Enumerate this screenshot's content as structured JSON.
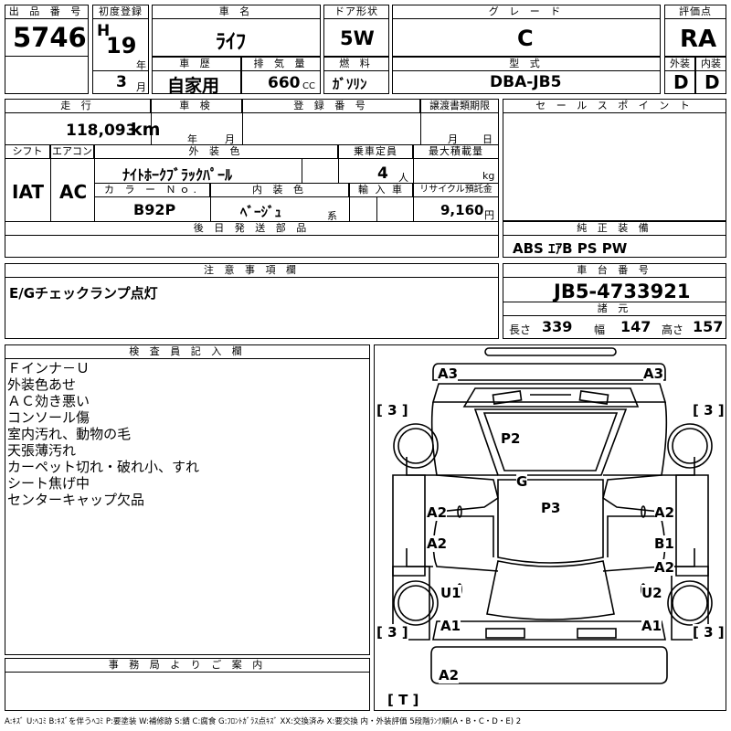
{
  "header": {
    "lot_no_label": "出 品 番 号",
    "lot_no": "5746",
    "first_reg_label": "初度登録",
    "era": "H",
    "year": "19",
    "year_unit": "年",
    "month": "3",
    "month_unit": "月",
    "name_label": "車 名",
    "name": "ﾗｲﾌ",
    "door_label": "ドア形状",
    "door": "5W",
    "grade_label": "グ レ ー ド",
    "grade": "C",
    "score_label": "評価点",
    "score": "RA",
    "history_label": "車 歴",
    "history": "自家用",
    "displacement_label": "排 気 量",
    "displacement": "660",
    "displacement_unit": "CC",
    "fuel_label": "燃 料",
    "fuel": "ｶﾞｿﾘﾝ",
    "model_label": "型 式",
    "model": "DBA-JB5",
    "ext_label": "外装",
    "ext": "D",
    "int_label": "内装",
    "int": "D"
  },
  "row2": {
    "mileage_label": "走 行",
    "mileage": "118,093",
    "mileage_unit": "km",
    "inspection_label": "車 検",
    "insp_year": "年",
    "insp_month": "月",
    "reg_label": "登 録 番 号",
    "transfer_label": "譲渡書類期限",
    "tr_month": "月",
    "tr_day": "日",
    "sales_label": "セ ー ル ス ポ イ ン ト",
    "shift_label": "シフト",
    "shift": "IAT",
    "ac_label": "エアコン",
    "ac": "AC",
    "ext_color_label": "外 装 色",
    "ext_color": "ﾅｲﾄﾎｰｸﾌﾞﾗｯｸﾊﾟｰﾙ",
    "capacity_label": "乗車定員",
    "capacity": "4",
    "capacity_unit": "人",
    "max_load_label": "最大積載量",
    "max_load_unit": "kg",
    "color_no_label": "カ ラ ー Ｎｏ.",
    "color_no": "B92P",
    "int_color_label": "内 装 色",
    "int_color": "ﾍﾞｰｼﾞｭ",
    "int_color_suffix": "系",
    "import_label": "輸 入 車",
    "recycle_label": "リサイクル預託金",
    "recycle": "9,160",
    "recycle_unit": "円",
    "later_parts_label": "後 日 発 送 部 品",
    "equipment_label": "純 正 装 備",
    "equipment": "ABS ｴｱB PS PW"
  },
  "row3": {
    "caution_label": "注 意 事 項 欄",
    "caution": "E/Gチェックランプ点灯",
    "chassis_label": "車 台 番 号",
    "chassis": "JB5-4733921",
    "spec_label": "諸 元",
    "length_label": "長さ",
    "length": "339",
    "width_label": "幅",
    "width": "147",
    "height_label": "高さ",
    "height": "157"
  },
  "inspector": {
    "label": "検 査 員 記 入 欄",
    "notes": [
      "Ｆインナ－Ｕ",
      "外装色あせ",
      "ＡＣ効き悪い",
      "コンソール傷",
      "室内汚れ、動物の毛",
      "天張薄汚れ",
      "カーペット切れ・破れ小、すれ",
      "シート焦げ中",
      "センターキャップ欠品"
    ]
  },
  "office": {
    "label": "事 務 局 よ り ご 案 内"
  },
  "diagram": {
    "marks": [
      "A3",
      "A3",
      "P2",
      "G",
      "P3",
      "A2",
      "A2",
      "A2",
      "B1",
      "A2",
      "U1",
      "U2",
      "A1",
      "A1",
      "A2"
    ],
    "brackets": [
      "[ 3 ]",
      "[ 3 ]",
      "[ 3 ]",
      "[ 3 ]",
      "[ T ]"
    ]
  },
  "legend": "A:ｷｽﾞ U:ﾍｺﾐ B:ｷｽﾞを伴うﾍｺﾐ P:要塗装 W:補修跡 S:錆 C:腐食 G:ﾌﾛﾝﾄｶﾞﾗｽ点ｷｽﾞ XX:交換済み X:要交換 内・外装評価 5段階ﾗﾝｸ順(A・B・C・D・E) 2"
}
